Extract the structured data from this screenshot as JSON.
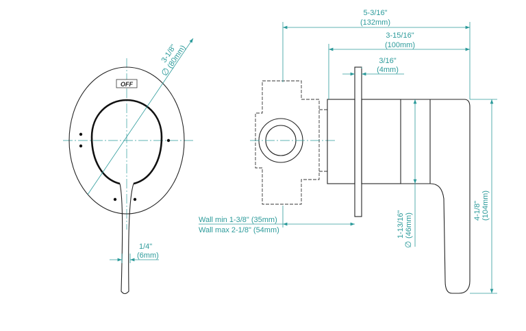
{
  "front_view": {
    "label_off": "OFF",
    "diameter": {
      "symbol": "∅",
      "inch": "3-1/8\"",
      "mm": "(80mm)"
    },
    "lever_width": {
      "inch": "1/4\"",
      "mm": "(6mm)"
    }
  },
  "side_view": {
    "overall_depth": {
      "inch": "5-3/16\"",
      "mm": "(132mm)"
    },
    "trim_depth": {
      "inch": "3-15/16\"",
      "mm": "(100mm)"
    },
    "plate_thickness": {
      "inch": "3/16\"",
      "mm": "(4mm)"
    },
    "wall_min": "Wall min 1-3/8\" (35mm)",
    "wall_max": "Wall max 2-1/8\" (54mm)",
    "handle_diameter": {
      "symbol": "∅",
      "inch": "1-13/16\"",
      "mm": "(46mm)"
    },
    "lever_height": {
      "inch": "4-1/8\"",
      "mm": "(104mm)"
    }
  },
  "colors": {
    "dimension": "#2b9a9a",
    "outline": "#222222"
  }
}
